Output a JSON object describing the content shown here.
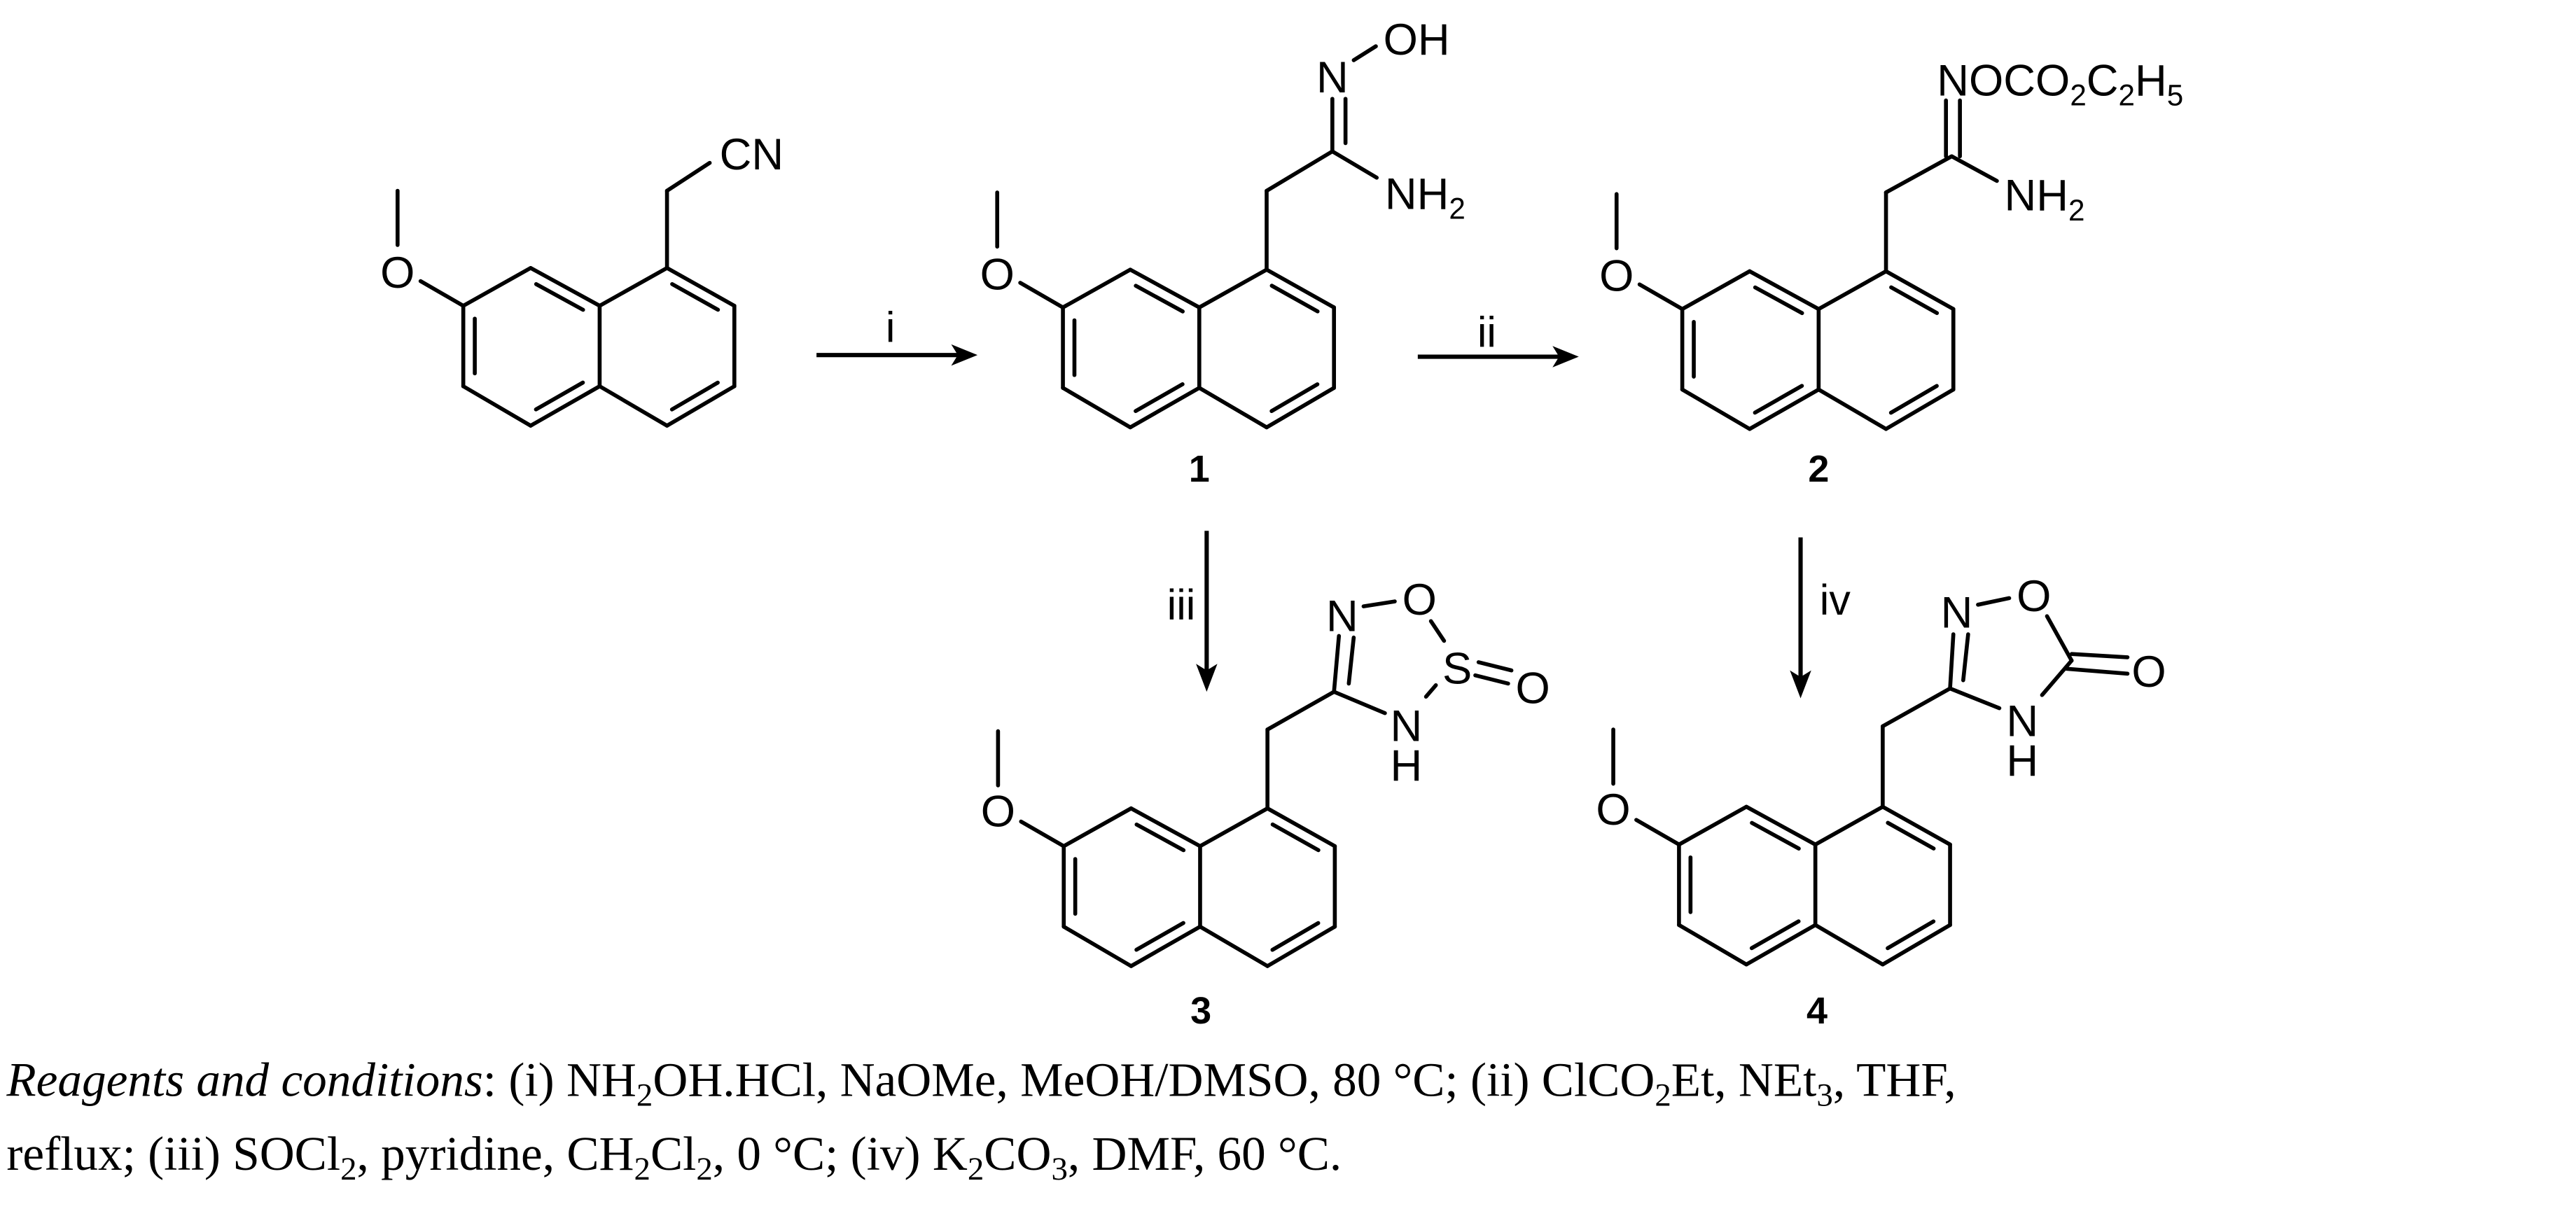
{
  "starting_material": {
    "nitrile": "CN",
    "methoxy_o": "O"
  },
  "compound_1": {
    "number": "1",
    "methoxy_o": "O",
    "imine_n": "N",
    "hydroxyl": "OH",
    "amine": [
      "NH",
      "2"
    ]
  },
  "compound_2": {
    "number": "2",
    "methoxy_o": "O",
    "oxime_ester": [
      "NOCO",
      "2",
      "C",
      "2",
      "H",
      "5"
    ],
    "amine": [
      "NH",
      "2"
    ]
  },
  "compound_3": {
    "number": "3",
    "methoxy_o": "O",
    "ring_n": "N",
    "ring_o": "O",
    "ring_s": "S",
    "exo_o": "O",
    "nh_n": "N",
    "nh_h": "H"
  },
  "compound_4": {
    "number": "4",
    "methoxy_o": "O",
    "ring_n": "N",
    "ring_o": "O",
    "exo_o": "O",
    "nh_n": "N",
    "nh_h": "H"
  },
  "arrows": [
    {
      "label": "i"
    },
    {
      "label": "ii"
    },
    {
      "label": "iii"
    },
    {
      "label": "iv"
    }
  ],
  "caption": {
    "line1": [
      "Reagents and conditions",
      ": (i) NH",
      "2",
      "OH.HCl, NaOMe, MeOH/DMSO, 80 °C; (ii) ClCO",
      "2",
      "Et, NEt",
      "3",
      ", THF,"
    ],
    "line2": [
      "reflux; (iii) SOCl",
      "2",
      ", pyridine, CH",
      "2",
      "Cl",
      "2",
      ", 0 °C; (iv) K",
      "2",
      "CO",
      "3",
      ", DMF, 60 °C."
    ]
  }
}
